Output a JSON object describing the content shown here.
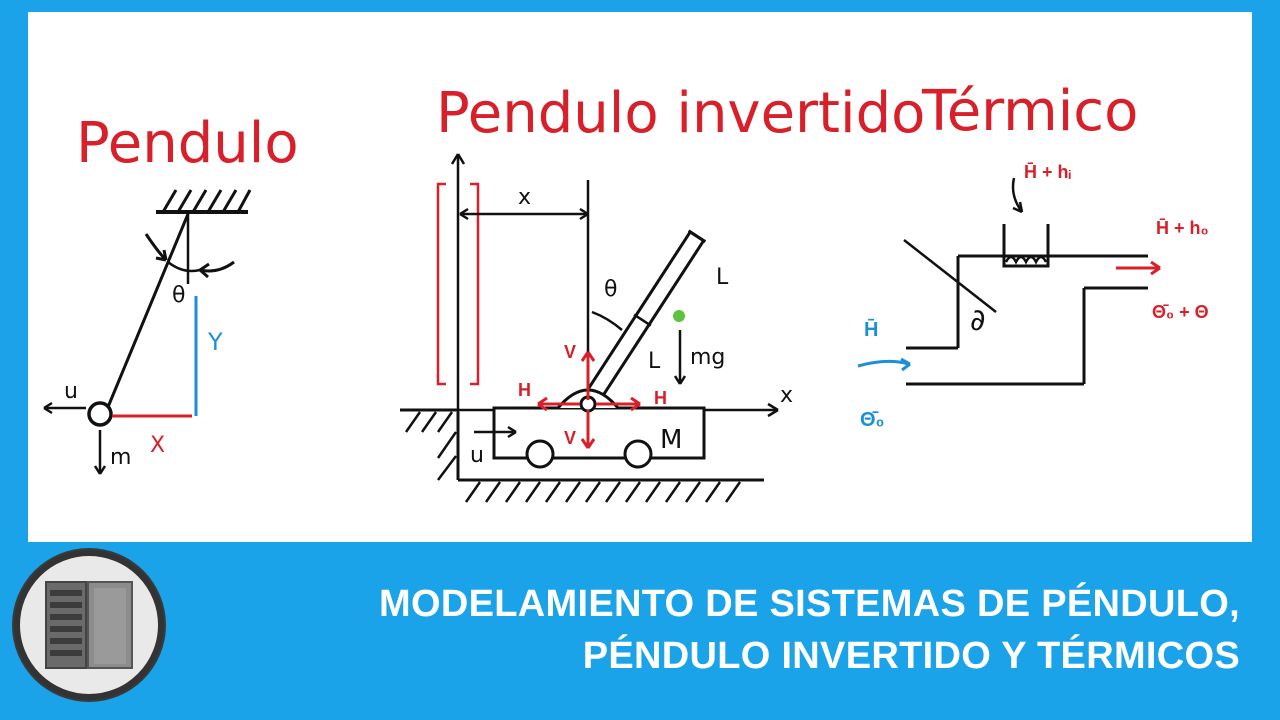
{
  "diagrams": {
    "pendulo": {
      "title": "Pendulo",
      "labels": {
        "theta": "θ",
        "y": "Y",
        "x": "X",
        "u": "u",
        "m": "m"
      }
    },
    "invertido": {
      "title": "Pendulo invertido",
      "labels": {
        "x_top": "x",
        "theta": "θ",
        "L_upper": "L",
        "L_lower": "L",
        "mg": "mg",
        "V_up": "V",
        "V_down": "V",
        "H_left": "H",
        "H_right": "H",
        "M": "M",
        "u": "u",
        "x_axis": "x"
      }
    },
    "termico": {
      "title": "Térmico",
      "labels": {
        "h_in": "H̄ + hᵢ",
        "h_out": "H̄ + h₀",
        "theta_out": "Θ̄₀ + Θ",
        "h_bar": "H̄",
        "theta_bar": "Θ̄₀",
        "stirrer": "∂"
      }
    }
  },
  "banner": {
    "line1": "MODELAMIENTO DE SISTEMAS DE PÉNDULO,",
    "line2": "PÉNDULO INVERTIDO Y TÉRMICOS"
  },
  "colors": {
    "background": "#1aa3e8",
    "title_red": "#d8202a",
    "label_blue": "#1c8fd6",
    "accent_green": "#5cc43c"
  }
}
